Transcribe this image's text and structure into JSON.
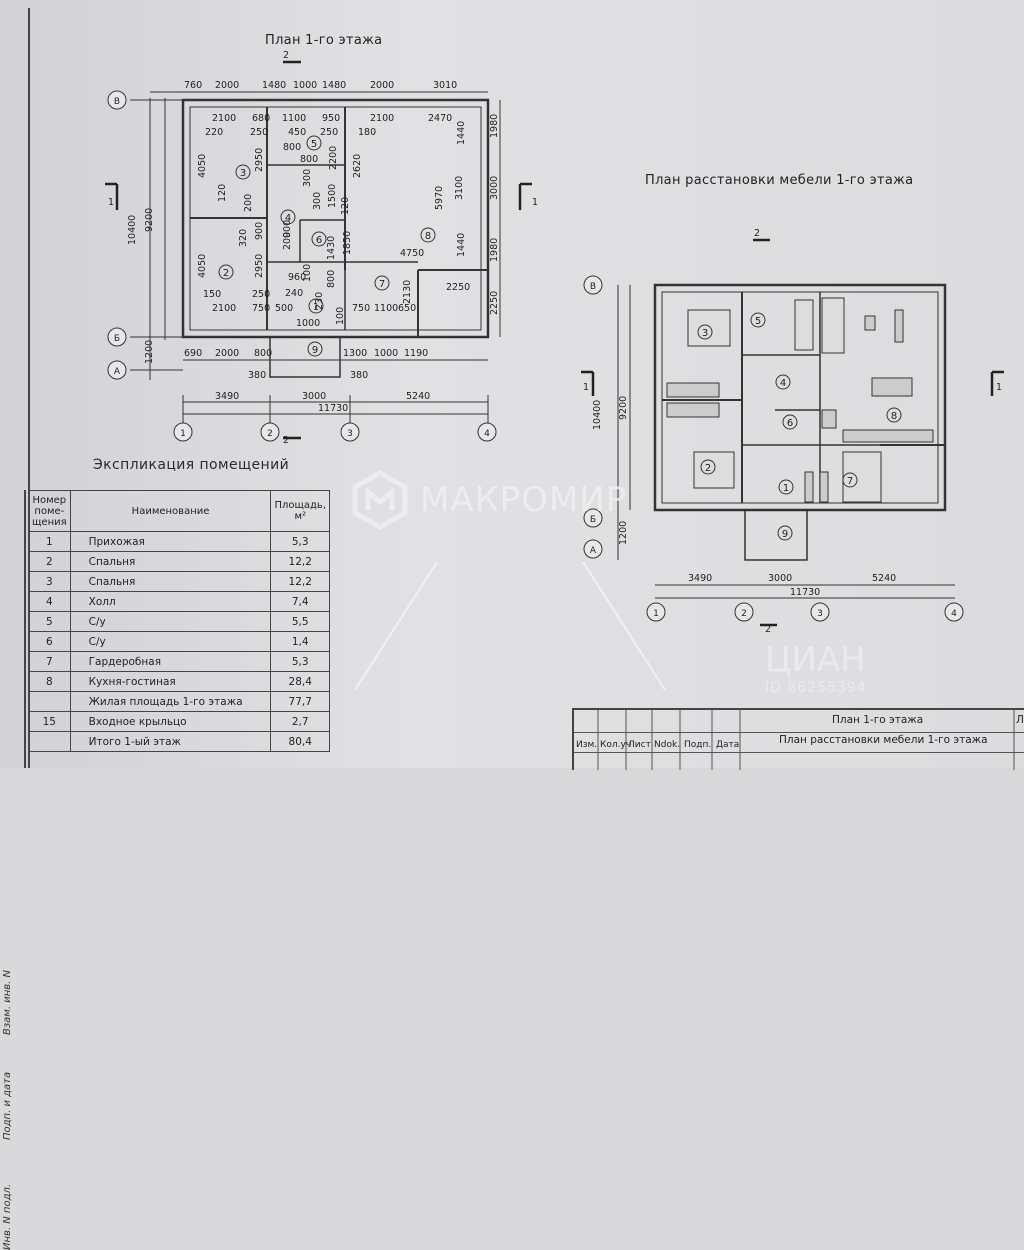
{
  "plan1": {
    "title": "План 1-го этажа",
    "top_dims": [
      "760",
      "2000",
      "1480",
      "1000",
      "1480",
      "2000",
      "3010"
    ],
    "inner_top": [
      "2100",
      "680",
      "1100",
      "950",
      "2100",
      "2470"
    ],
    "row3": [
      "220",
      "250",
      "450",
      "250",
      "180"
    ],
    "mid_dims": [
      "800",
      "800",
      "2200",
      "2620",
      "1440"
    ],
    "left_v": [
      "4050",
      "2950",
      "120",
      "200",
      "320",
      "900",
      "4050",
      "2950"
    ],
    "center_v": [
      "900",
      "200",
      "300",
      "300",
      "1500",
      "120",
      "1850",
      "100",
      "230",
      "800",
      "1430"
    ],
    "right_v": [
      "5970",
      "3100",
      "1440",
      "1980",
      "3000",
      "1980",
      "2250"
    ],
    "side_total": [
      "10400",
      "9200",
      "1200"
    ],
    "bottom_inner": [
      "150",
      "2100",
      "250",
      "750",
      "500",
      "240",
      "960",
      "1000",
      "750",
      "1100",
      "650",
      "2130",
      "4750",
      "2250",
      "100"
    ],
    "bottom_row": [
      "690",
      "2000",
      "800",
      "1300",
      "1000",
      "1190"
    ],
    "porch": [
      "380",
      "380"
    ],
    "bottom_total": [
      "3490",
      "3000",
      "5240"
    ],
    "overall": "11730",
    "axes_h": [
      "1",
      "2",
      "3",
      "4"
    ],
    "axes_v": [
      "В",
      "Б",
      "А"
    ],
    "section_marks": [
      "1",
      "1",
      "2",
      "2"
    ],
    "rooms": [
      "1",
      "2",
      "3",
      "4",
      "5",
      "6",
      "7",
      "8",
      "9"
    ]
  },
  "plan2": {
    "title": "План расстановки мебели 1-го этажа",
    "side_total": [
      "10400",
      "9200",
      "1200"
    ],
    "bottom_total": [
      "3490",
      "3000",
      "5240"
    ],
    "overall": "11730",
    "axes_h": [
      "1",
      "2",
      "3",
      "4"
    ],
    "axes_v": [
      "В",
      "Б",
      "А"
    ],
    "section_marks": [
      "1",
      "1",
      "2",
      "2"
    ],
    "rooms": [
      "1",
      "2",
      "3",
      "4",
      "5",
      "6",
      "7",
      "8",
      "9"
    ]
  },
  "explication": {
    "title": "Экспликация помещений",
    "headers": {
      "num": "Номер поме- щения",
      "name": "Наименование",
      "area": "Площадь, м²"
    },
    "rows": [
      {
        "num": "1",
        "name": "Прихожая",
        "area": "5,3"
      },
      {
        "num": "2",
        "name": "Спальня",
        "area": "12,2"
      },
      {
        "num": "3",
        "name": "Спальня",
        "area": "12,2"
      },
      {
        "num": "4",
        "name": "Холл",
        "area": "7,4"
      },
      {
        "num": "5",
        "name": "С/у",
        "area": "5,5"
      },
      {
        "num": "6",
        "name": "С/у",
        "area": "1,4"
      },
      {
        "num": "7",
        "name": "Гардеробная",
        "area": "5,3"
      },
      {
        "num": "8",
        "name": "Кухня-гостиная",
        "area": "28,4"
      },
      {
        "num": "",
        "name": "Жилая площадь 1-го этажа",
        "area": "77,7"
      },
      {
        "num": "15",
        "name": "Входное крыльцо",
        "area": "2,7"
      },
      {
        "num": "",
        "name": "Итого 1-ый этаж",
        "area": "80,4"
      }
    ]
  },
  "side_strip": [
    "Инв. N подл.",
    "Подп. и дата",
    "Взам. инв. N"
  ],
  "watermark": {
    "brand": "МАКРОМИР",
    "cian": "ЦИАН",
    "cian_id": "ID 86255394"
  },
  "stamp": {
    "line1": "План 1-го этажа",
    "line2": "План расстановки мебели 1-го этажа",
    "labels": [
      "Изм.",
      "Кол.уч",
      "Лист",
      "Ndok.",
      "Подп.",
      "Дата"
    ],
    "corner": "Ле"
  }
}
